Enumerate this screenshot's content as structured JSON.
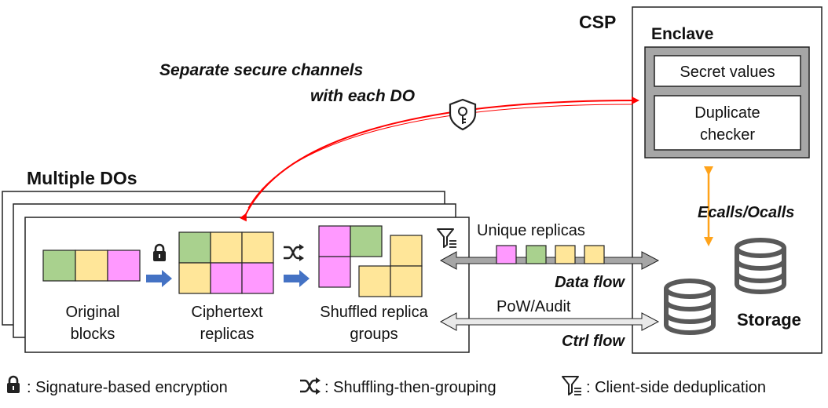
{
  "csp": {
    "title": "CSP"
  },
  "enclave": {
    "title": "Enclave",
    "secret_values": "Secret values",
    "duplicate_checker_line1": "Duplicate",
    "duplicate_checker_line2": "checker"
  },
  "channel": {
    "line1": "Separate secure channels",
    "line2": "with each DO"
  },
  "dos": {
    "title": "Multiple DOs"
  },
  "stages": {
    "original_line1": "Original",
    "original_line2": "blocks",
    "ciphertext_line1": "Ciphertext",
    "ciphertext_line2": "replicas",
    "shuffled_line1": "Shuffled replica",
    "shuffled_line2": "groups"
  },
  "flows": {
    "unique_replicas": "Unique replicas",
    "data_flow": "Data flow",
    "pow_audit": "PoW/Audit",
    "ctrl_flow": "Ctrl flow",
    "ecalls": "Ecalls/Ocalls"
  },
  "storage": {
    "label": "Storage"
  },
  "legend": {
    "encryption": ": Signature-based encryption",
    "shuffling": ": Shuffling-then-grouping",
    "dedup": ": Client-side deduplication"
  },
  "colors": {
    "green": "#a9d18e",
    "yellow": "#ffe699",
    "pink": "#ff99ff",
    "red_arrow": "#ff0000",
    "orange_arrow": "#ffa31a",
    "blue_arrow": "#4472c4",
    "enclave_gray": "#a6a6a6"
  },
  "icons": {
    "lock": "lock-icon",
    "shuffle": "shuffle-icon",
    "filter": "filter-icon",
    "key_shield": "key-shield-icon",
    "database": "database-icon"
  }
}
